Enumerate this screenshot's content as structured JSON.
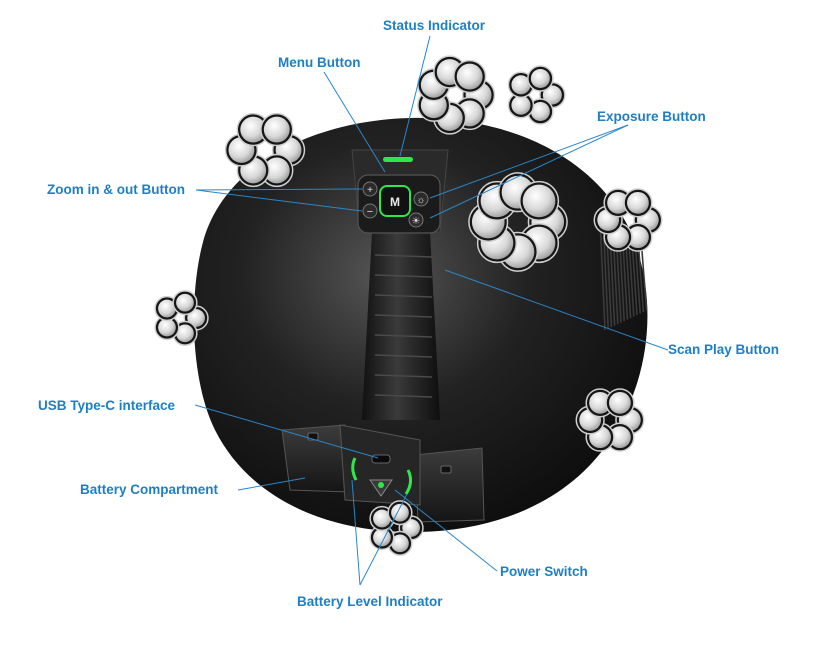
{
  "colors": {
    "label": "#1f7fc4",
    "leader": "#2a86c8",
    "body": "#1a1a1a",
    "indicator_green": "#2ee84a"
  },
  "device": {
    "menu_key": "M"
  },
  "labels": {
    "status_indicator": "Status Indicator",
    "menu_button": "Menu Button",
    "exposure_button": "Exposure Button",
    "zoom_button": "Zoom in & out Button",
    "scan_play_button": "Scan Play Button",
    "usb_interface": "USB Type-C interface",
    "battery_compartment": "Battery Compartment",
    "power_switch": "Power Switch",
    "battery_level_indicator": "Battery Level Indicator"
  }
}
